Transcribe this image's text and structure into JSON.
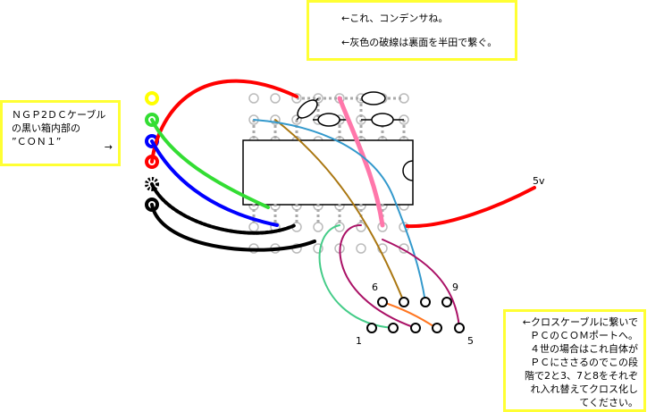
{
  "notes": {
    "top_capacitor": "←これ、コンデンサね。",
    "top_jumper": "←灰色の破線は裏面を半田で繋ぐ。",
    "left_lines": [
      "ＮＧＰ2ＤＣケーブル",
      "の黒い箱内部の",
      "”ＣＯＮ１”",
      "→"
    ],
    "right_lines": [
      "←クロスケーブルに繋いで",
      "ＰＣのＣＯＭポートへ。",
      "４世の場合はこれ自体が",
      "ＰＣにささるのでこの段",
      "階で2と3、7と8をそれぞ",
      "れ入れ替えてクロス化し",
      "てください。"
    ]
  },
  "labels": {
    "power": "5v",
    "pin1": "1",
    "pin5": "5",
    "pin6": "6",
    "pin9": "9"
  },
  "colors": {
    "note_border": "#ffff33",
    "red": "#ff0000",
    "green": "#33dd33",
    "blue": "#0000ff",
    "yellow": "#ffff00",
    "pink": "#ff77aa",
    "brown": "#aa7711",
    "cyan": "#3399cc",
    "magenta": "#aa1166",
    "orange": "#ff7722",
    "lightgreen": "#44cc88",
    "grid": "#bbbbbb"
  }
}
